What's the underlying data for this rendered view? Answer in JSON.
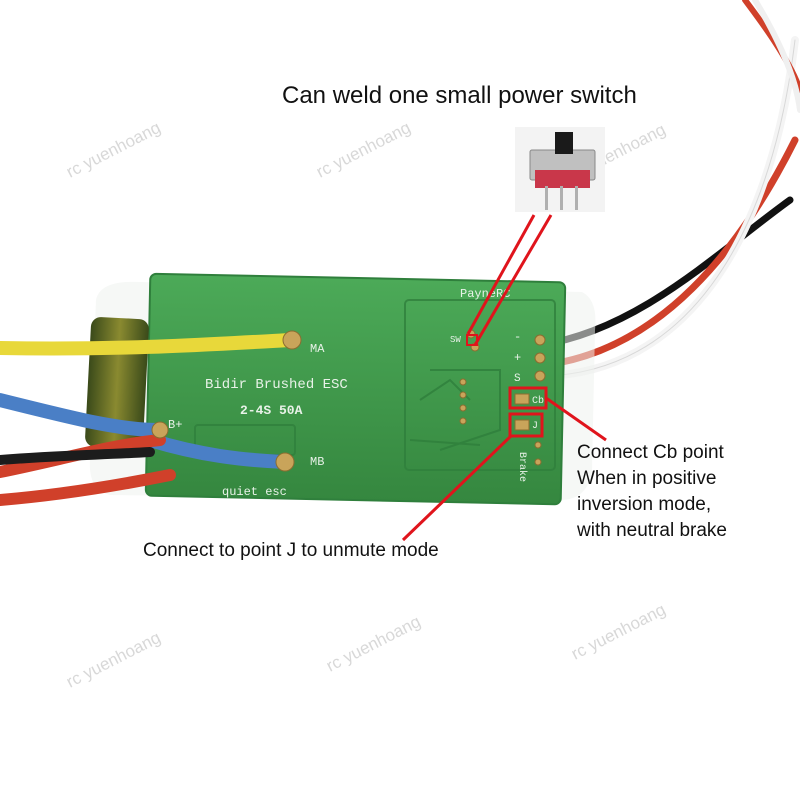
{
  "annotations": {
    "switch_caption": "Can weld one small power switch",
    "j_caption": "Connect to point J to unmute mode",
    "cb_lines": [
      "Connect Cb point",
      "When in positive",
      "inversion mode,",
      "with neutral brake"
    ]
  },
  "board_labels": {
    "brand": "PayneRC",
    "product": "Bidir Brushed ESC",
    "rating": "2-4S 50A",
    "feature": "quiet esc",
    "motor_a": "MA",
    "motor_b": "MB",
    "battery_plus": "B+",
    "switch_pad": "SW",
    "minus": "-",
    "plus": "+",
    "signal": "S",
    "cb_pad": "Cb",
    "j_pad": "J",
    "brake": "Brake"
  },
  "watermark": "rc yuenhoang",
  "colors": {
    "pcb": "#3e9a4c",
    "pcb_dark": "#2f7f3c",
    "yellow_wire": "#e8d83a",
    "blue_wire": "#4a7fc6",
    "red_wire": "#d0402a",
    "black_wire": "#1c1c1c",
    "annotation_red": "#e0141c"
  }
}
